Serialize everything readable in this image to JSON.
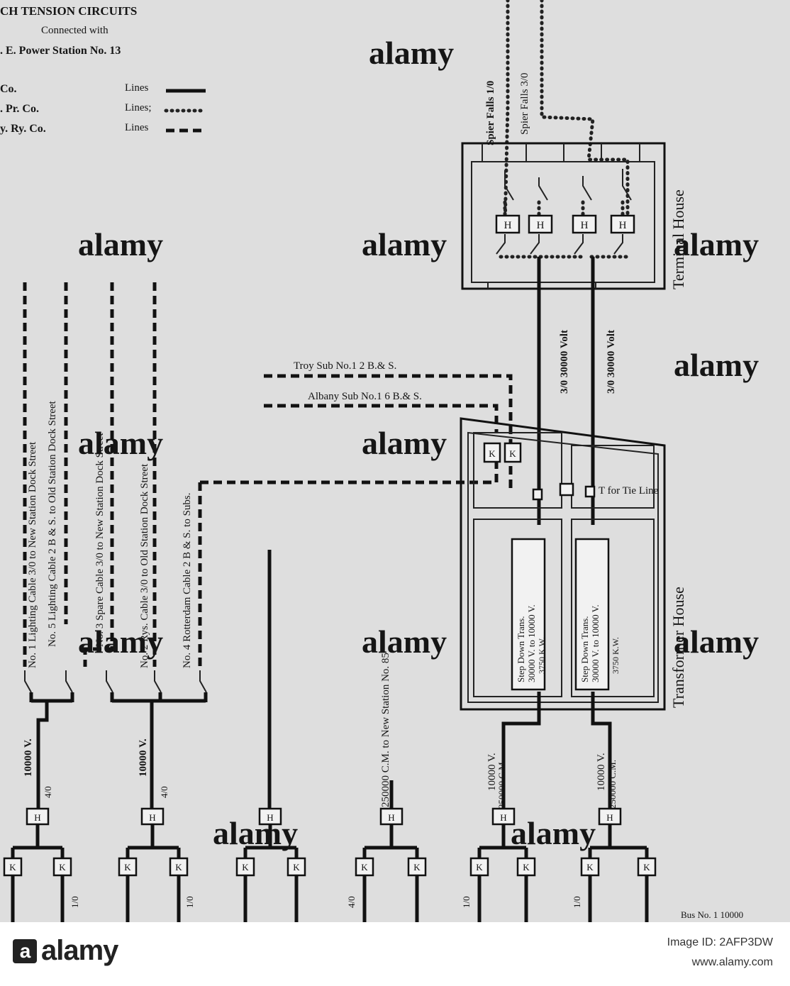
{
  "legend": {
    "title": "CH TENSION CIRCUITS",
    "line1": "Connected with",
    "line2": ". E. Power Station No. 13",
    "rows": [
      {
        "owner": "Co.",
        "label": "Lines"
      },
      {
        "owner": ". Pr. Co.",
        "label": "Lines;"
      },
      {
        "owner": "y. Ry. Co.",
        "label": "Lines"
      }
    ]
  },
  "incoming": {
    "line_a": "Spier Falls 1/0",
    "line_b": "Spier Falls 3/0"
  },
  "houses": {
    "terminal": "Terminal House",
    "transformer": "Transformer House"
  },
  "switch_label": "H",
  "breaker_label": "K",
  "feeders": {
    "hv_left": "3/0 30000 Volt",
    "hv_right": "3/0 30000 Volt",
    "troy": "Troy Sub No.1  2 B.& S.",
    "albany": "Albany Sub No.1  6 B.& S.",
    "tie": "T for Tie Line"
  },
  "transformers": [
    {
      "l1": "Step Down Trans.",
      "l2": "30000 V. to 10000 V.",
      "l3": "3750 K.W."
    },
    {
      "l1": "Step Down Trans.",
      "l2": "30000 V. to 10000 V.",
      "l3": "3750 K.W."
    }
  ],
  "cables": [
    "No. 1 Lighting Cable 3/0 to New Station Dock Street",
    "No. 5 Lighting Cable 2 B & S. to Old Station Dock Street",
    "No. 3 Spare Cable 3/0 to New Station Dock Street",
    "No. 2 Rys. Cable 3/0 to Old Station Dock Street",
    "No. 4 Rotterdam Cable 2 B & S. to Subs."
  ],
  "bus_labels": {
    "volt": "10000 V.",
    "cm": "250000 C.M.",
    "size_a": "4/0",
    "size_b": "1/0",
    "new_station": "250000 C.M. to New Station No. 85",
    "bus_note": "Bus No. 1 10000"
  },
  "watermark": "alamy",
  "footer": {
    "brand": "alamy",
    "image_id": "Image ID: 2AFP3DW",
    "url": "www.alamy.com"
  }
}
